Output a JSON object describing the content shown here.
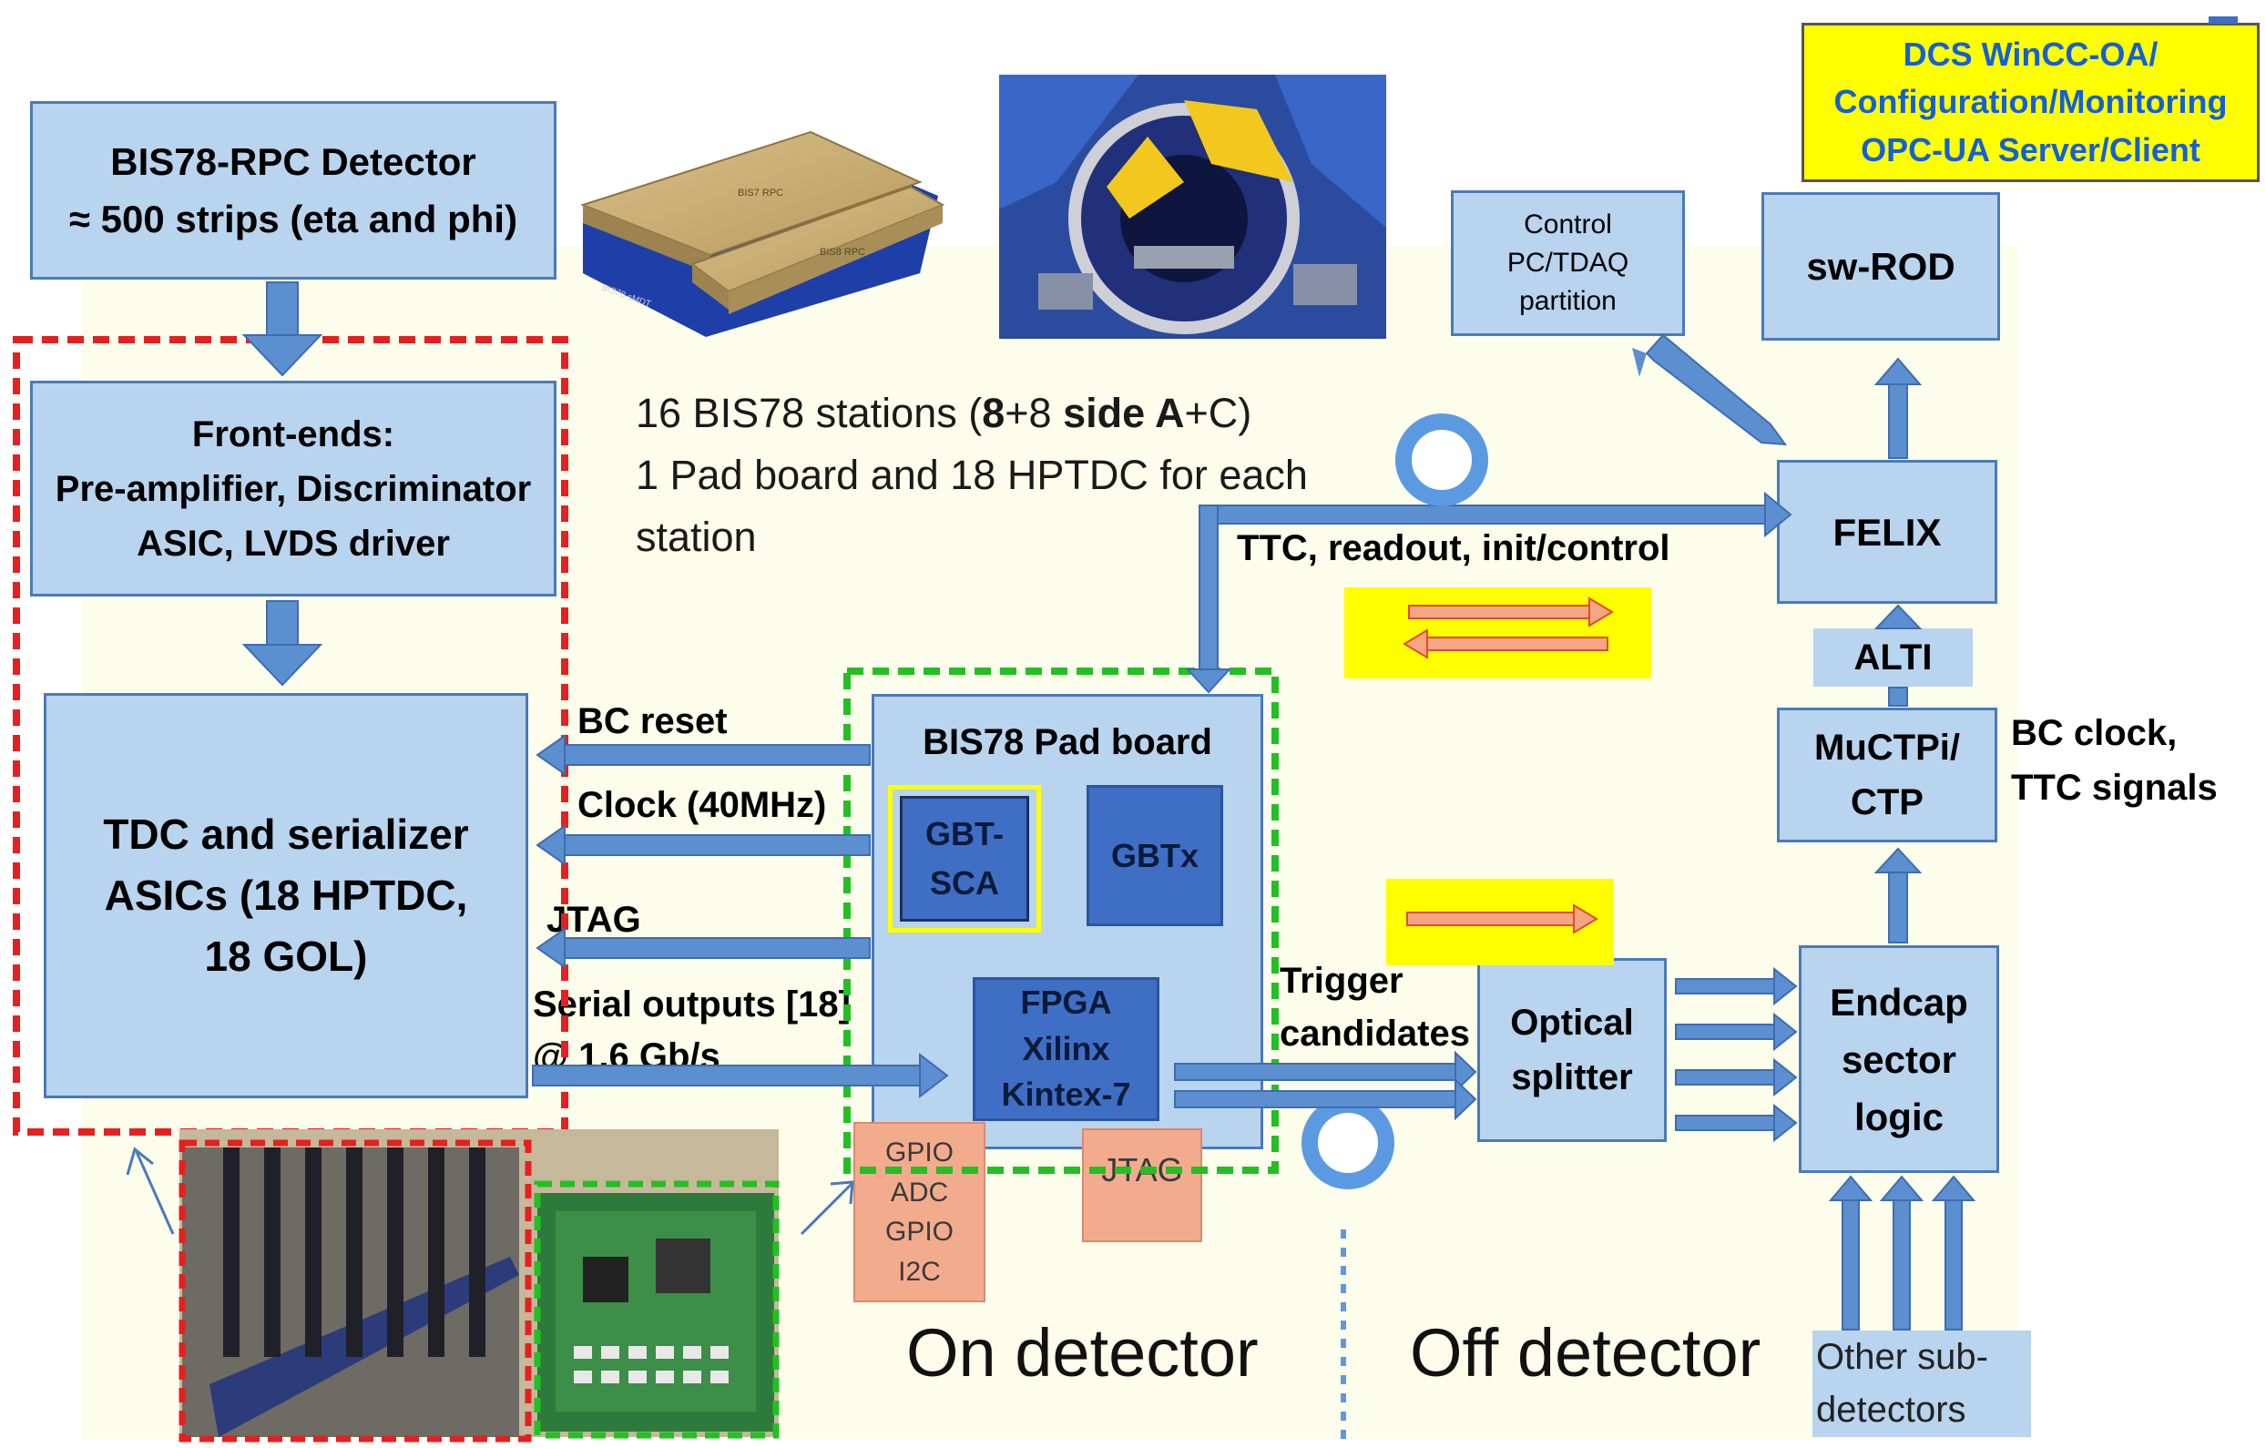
{
  "detector": {
    "title": "BIS78-RPC Detector",
    "subtitle": "≈ 500 strips (eta and phi)"
  },
  "front_ends": {
    "text": "Front-ends:\nPre-amplifier, Discriminator\nASIC, LVDS driver"
  },
  "tdc": {
    "text": "TDC and serializer\nASICs (18 HPTDC,\n18 GOL)"
  },
  "stations_note": {
    "line1_prefix": "16 BIS78 stations (",
    "line1_bold1": "8",
    "line1_mid": "+8 ",
    "line1_bold2": "side A",
    "line1_suffix": "+C)",
    "line2": "1 Pad board and 18 HPTDC for each",
    "line3": "station"
  },
  "render_labels": {
    "bis7": "BIS7 RPC",
    "bis8": "BIS8 RPC",
    "mdt": "BIS78 sMDT"
  },
  "signals": {
    "bc_reset": "BC reset",
    "clock": "Clock (40MHz)",
    "jtag": "JTAG",
    "serial": "Serial outputs [18]\n@ 1.6 Gb/s",
    "ttc": "TTC, readout, init/control",
    "trigger": "Trigger\ncandidates",
    "bc_clock": "BC clock,\nTTC signals"
  },
  "pad_board": {
    "title": "BIS78 Pad board",
    "gbt_sca": "GBT-\nSCA",
    "gbtx": "GBTx",
    "fpga": "FPGA\nXilinx\nKintex-7",
    "gpio": "GPIO\nADC\nGPIO\nI2C",
    "jtag": "JTAG"
  },
  "off_detector": {
    "control_pc": "Control\nPC/TDAQ\npartition",
    "sw_rod": "sw-ROD",
    "dcs": "DCS WinCC-OA/\nConfiguration/Monitoring\nOPC-UA Server/Client",
    "felix": "FELIX",
    "alti": "ALTI",
    "muctpi": "MuCTPi/\nCTP",
    "optical_splitter": "Optical\nsplitter",
    "endcap": "Endcap\nsector\nlogic",
    "other_subdetectors": "Other sub-\ndetectors"
  },
  "zones": {
    "on_detector": "On detector",
    "off_detector": "Off detector"
  },
  "colors": {
    "box_fill": "#b8d4ee",
    "box_border": "#4a7ab8",
    "dark_box": "#3e6fc4",
    "arrow": "#5b8fd0",
    "red_dash": "#e52020",
    "green_dash": "#22c022",
    "yellow": "#ffff00",
    "salmon": "#f3ab8e",
    "cream": "#fdfdeb"
  }
}
